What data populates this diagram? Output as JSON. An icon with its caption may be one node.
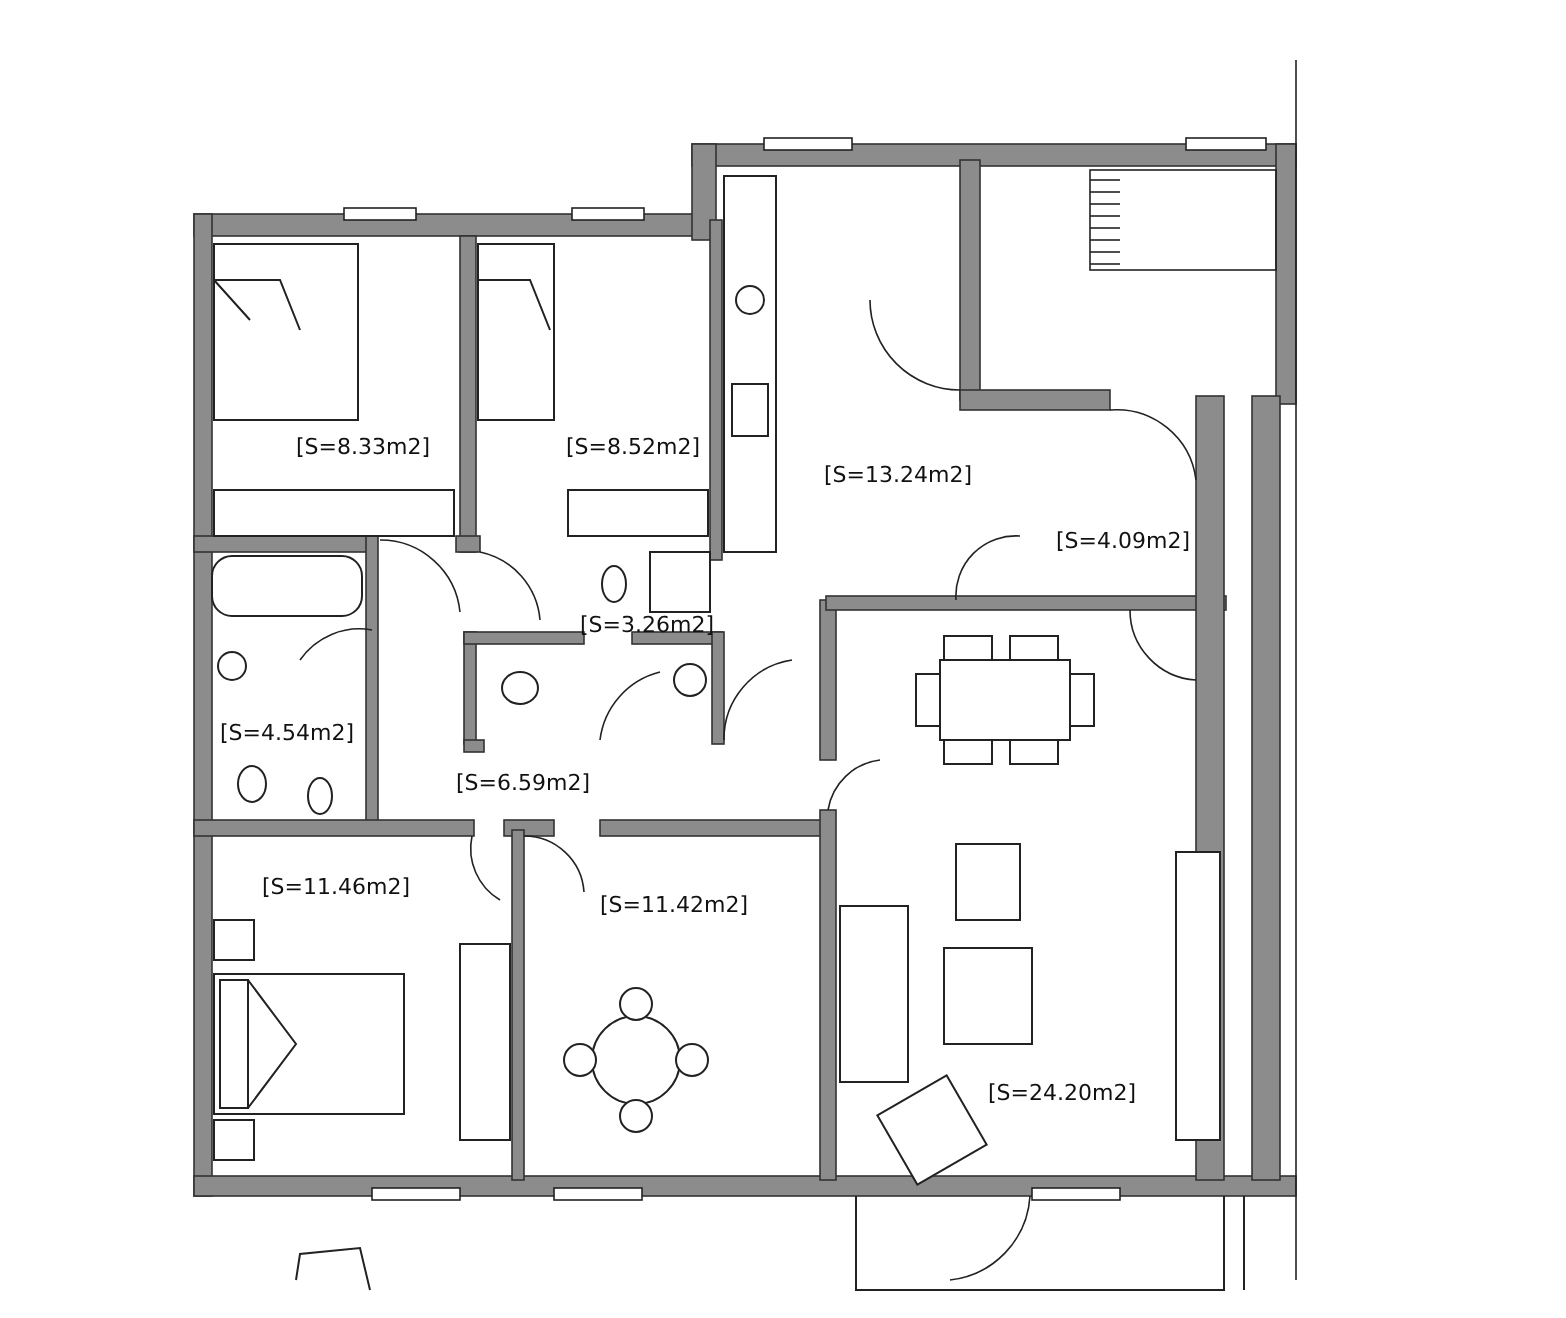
{
  "diagram": {
    "labels": [
      "[S=8.33m2]",
      "[S=8.52m2]",
      "[S=13.24m2]",
      "[S=4.09m2]",
      "[S=3.26m2]",
      "[S=4.54m2]",
      "[S=6.59m2]",
      "[S=11.46m2]",
      "[S=11.42m2]",
      "[S=24.20m2]"
    ]
  }
}
